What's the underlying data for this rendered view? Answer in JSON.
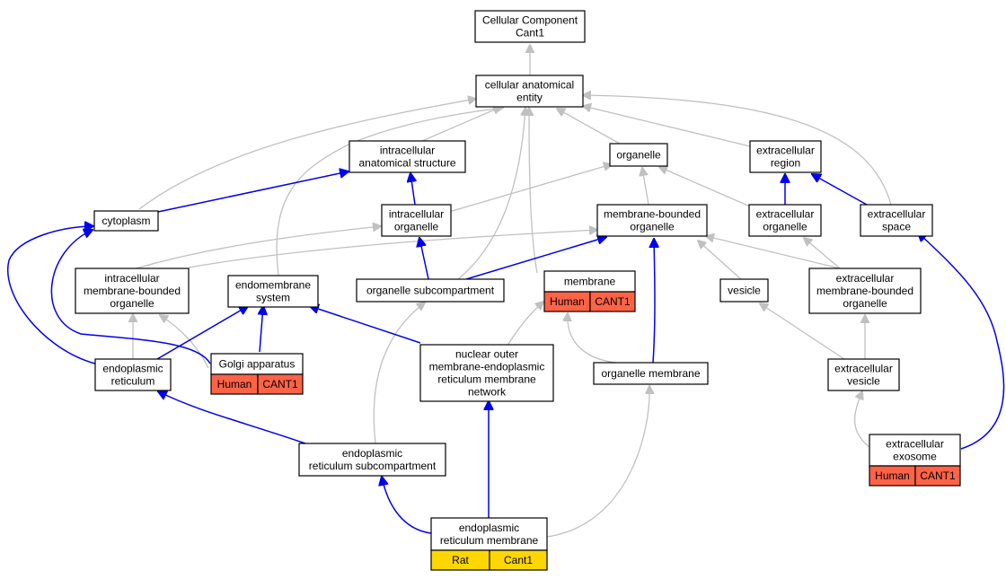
{
  "colors": {
    "human_tag": "#ff6347",
    "rat_tag": "#ffd700",
    "gray_edge": "#c0c0c0",
    "blue_edge": "#0000ee"
  },
  "nodes": {
    "cellular_component": [
      "Cellular Component",
      "Cant1"
    ],
    "cellular_anatomical_entity": [
      "cellular anatomical",
      "entity"
    ],
    "intracellular_anatomical_structure": [
      "intracellular",
      "anatomical structure"
    ],
    "organelle": [
      "organelle"
    ],
    "extracellular_region": [
      "extracellular",
      "region"
    ],
    "cytoplasm": [
      "cytoplasm"
    ],
    "intracellular_organelle": [
      "intracellular",
      "organelle"
    ],
    "membrane_bounded_organelle": [
      "membrane-bounded",
      "organelle"
    ],
    "extracellular_organelle": [
      "extracellular",
      "organelle"
    ],
    "extracellular_space": [
      "extracellular",
      "space"
    ],
    "intracellular_membrane_bounded_organelle": [
      "intracellular",
      "membrane-bounded",
      "organelle"
    ],
    "endomembrane_system": [
      "endomembrane",
      "system"
    ],
    "organelle_subcompartment": [
      "organelle subcompartment"
    ],
    "membrane": [
      "membrane"
    ],
    "vesicle": [
      "vesicle"
    ],
    "extracellular_membrane_bounded_organelle": [
      "extracellular",
      "membrane-bounded",
      "organelle"
    ],
    "endoplasmic_reticulum": [
      "endoplasmic",
      "reticulum"
    ],
    "golgi_apparatus": [
      "Golgi apparatus"
    ],
    "nuclear_outer_membrane_er_network": [
      "nuclear outer",
      "membrane-endoplasmic",
      "reticulum membrane",
      "network"
    ],
    "organelle_membrane": [
      "organelle membrane"
    ],
    "extracellular_vesicle": [
      "extracellular",
      "vesicle"
    ],
    "er_subcompartment": [
      "endoplasmic",
      "reticulum subcompartment"
    ],
    "extracellular_exosome": [
      "extracellular",
      "exosome"
    ],
    "er_membrane": [
      "endoplasmic",
      "reticulum membrane"
    ]
  },
  "tags": {
    "membrane": [
      "Human",
      "CANT1"
    ],
    "golgi_apparatus": [
      "Human",
      "CANT1"
    ],
    "extracellular_exosome": [
      "Human",
      "CANT1"
    ],
    "er_membrane": [
      "Rat",
      "Cant1"
    ]
  }
}
